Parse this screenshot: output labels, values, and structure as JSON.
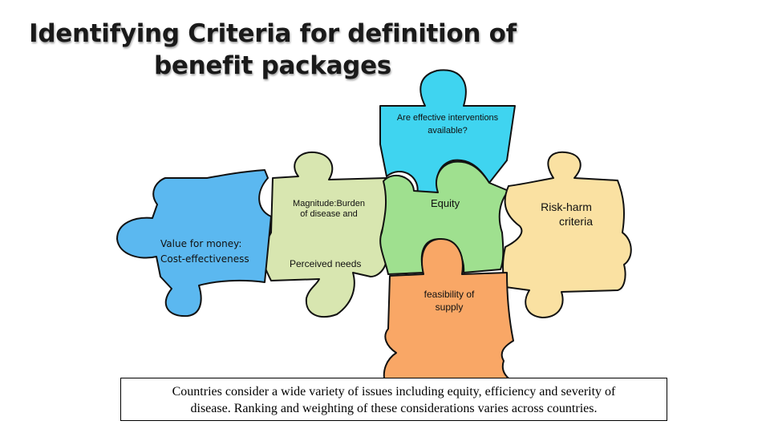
{
  "title": {
    "line1": "Identifying Criteria for definition of",
    "line2": "benefit packages"
  },
  "pieces": {
    "value_for_money": {
      "line1": "Value for money:",
      "line2": "Cost-effectiveness",
      "color": "#5BB8F0"
    },
    "magnitude": {
      "line1": "Magnitude:Burden",
      "line2": "of disease and",
      "color": "#D8E6B0"
    },
    "perceived_needs": {
      "label": "Perceived needs"
    },
    "effective_interventions": {
      "line1": "Are effective interventions",
      "line2": "available?",
      "color": "#3FD4F0"
    },
    "equity": {
      "label": "Equity",
      "color": "#9FE08F"
    },
    "risk_harm": {
      "line1": "Risk-harm",
      "line2": "criteria",
      "color": "#FAE1A2"
    },
    "feasibility": {
      "line1": "feasibility of",
      "line2": "supply",
      "color": "#F9A766"
    }
  },
  "caption": {
    "line1": "Countries consider a wide variety of issues including equity, efficiency and severity of",
    "line2": "disease.  Ranking and weighting of these  considerations varies across countries."
  }
}
